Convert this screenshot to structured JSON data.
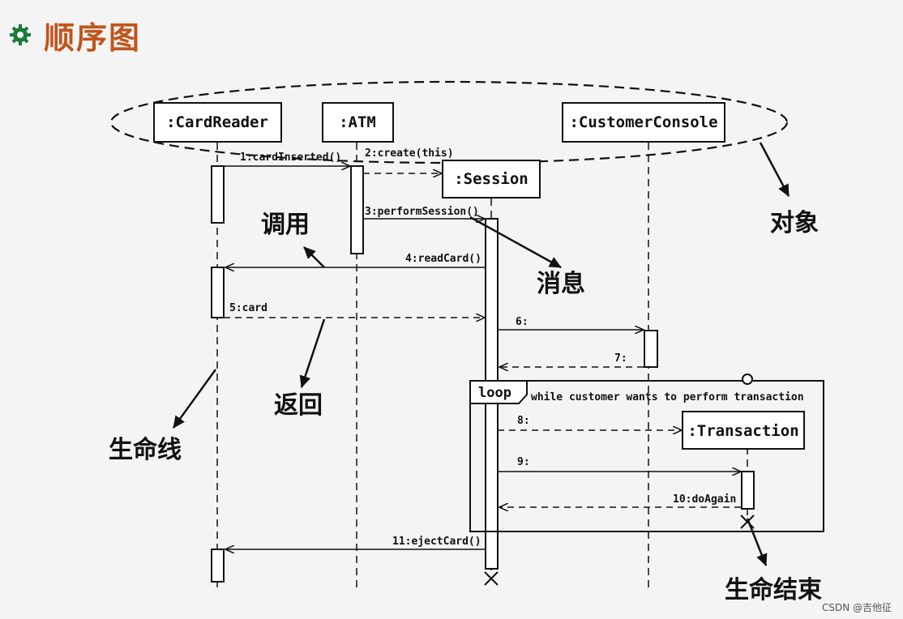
{
  "title": "顺序图",
  "objects": {
    "card_reader": ":CardReader",
    "atm": ":ATM",
    "customer_console": ":CustomerConsole",
    "session": ":Session",
    "transaction": ":Transaction"
  },
  "messages": {
    "m1": "1:cardInserted()",
    "m2": "2:create(this)",
    "m3": "3:performSession()",
    "m4": "4:readCard()",
    "m5": "5:card",
    "m6": "6:",
    "m7": "7:",
    "m8": "8:",
    "m9": "9:",
    "m10": "10:doAgain",
    "m11": "11:ejectCard()"
  },
  "loop": {
    "keyword": "loop",
    "guard": "while customer wants to perform transaction"
  },
  "annotations": {
    "objects": "对象",
    "call": "调用",
    "message": "消息",
    "return": "返回",
    "lifeline": "生命线",
    "life_end": "生命结束"
  },
  "watermark": "CSDN @吉他征",
  "colors": {
    "title": "#c0551d",
    "bullet": "#1a7a3a"
  }
}
